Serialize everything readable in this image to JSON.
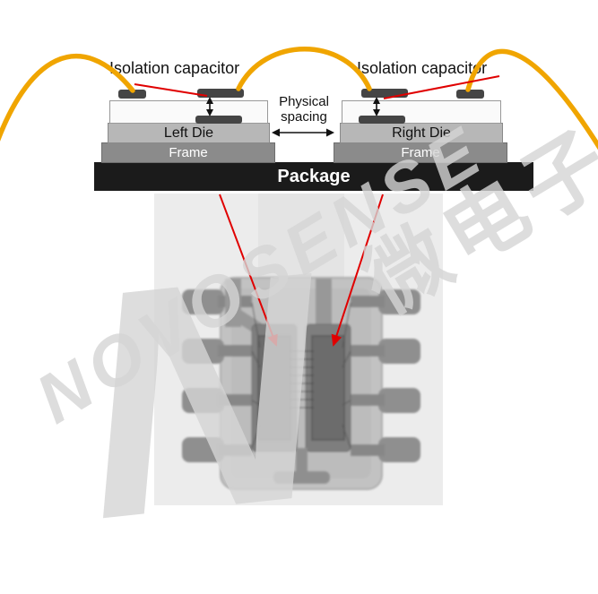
{
  "cross_section": {
    "left": {
      "label_capacitor": "Isolation capacitor",
      "die": "Left Die",
      "frame": "Frame"
    },
    "right": {
      "label_capacitor": "Isolation capacitor",
      "die": "Right Die",
      "frame": "Frame"
    },
    "spacing": {
      "line1": "Physical",
      "line2": "spacing"
    },
    "package": "Package"
  },
  "watermark": {
    "letter": "N",
    "brand": "NOVOSENSE",
    "cjk": "微电子"
  },
  "colors": {
    "bond_wire": "#f0a500",
    "annotation_red": "#e00000",
    "package": "#1b1b1b",
    "frame": "#8b8b8b",
    "die": "#b7b7b7",
    "capacitor_plate": "#454545",
    "xray_body": "#c2c2c2",
    "xray_lead": "#8f8f8f",
    "xray_paddle": "#7e7e7e"
  }
}
